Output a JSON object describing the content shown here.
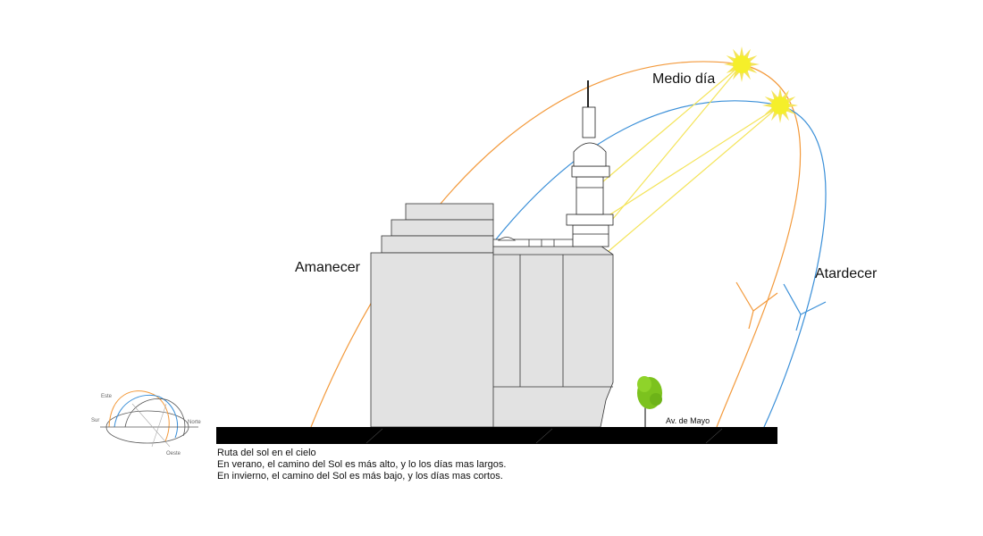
{
  "labels": {
    "sunrise": "Amanecer",
    "noon": "Medio día",
    "sunset": "Atardecer",
    "street": "Av. de Mayo"
  },
  "compass": {
    "east": "Este",
    "south": "Sur",
    "north": "Norte",
    "west": "Oeste"
  },
  "caption": {
    "title": "Ruta del sol en el cielo",
    "summer": "En verano, el camino del Sol es más alto, y lo los días mas largos.",
    "winter": "En invierno, el camino del Sol es más bajo, y los días mas cortos."
  },
  "colors": {
    "summer_path": "#f39a3c",
    "winter_path": "#3a8fd8",
    "sun_ray": "#f4e45a",
    "sun_core": "#f5ef2a",
    "ground": "#000000",
    "building": "#e2e2e2",
    "tree": "#7cc21e"
  }
}
